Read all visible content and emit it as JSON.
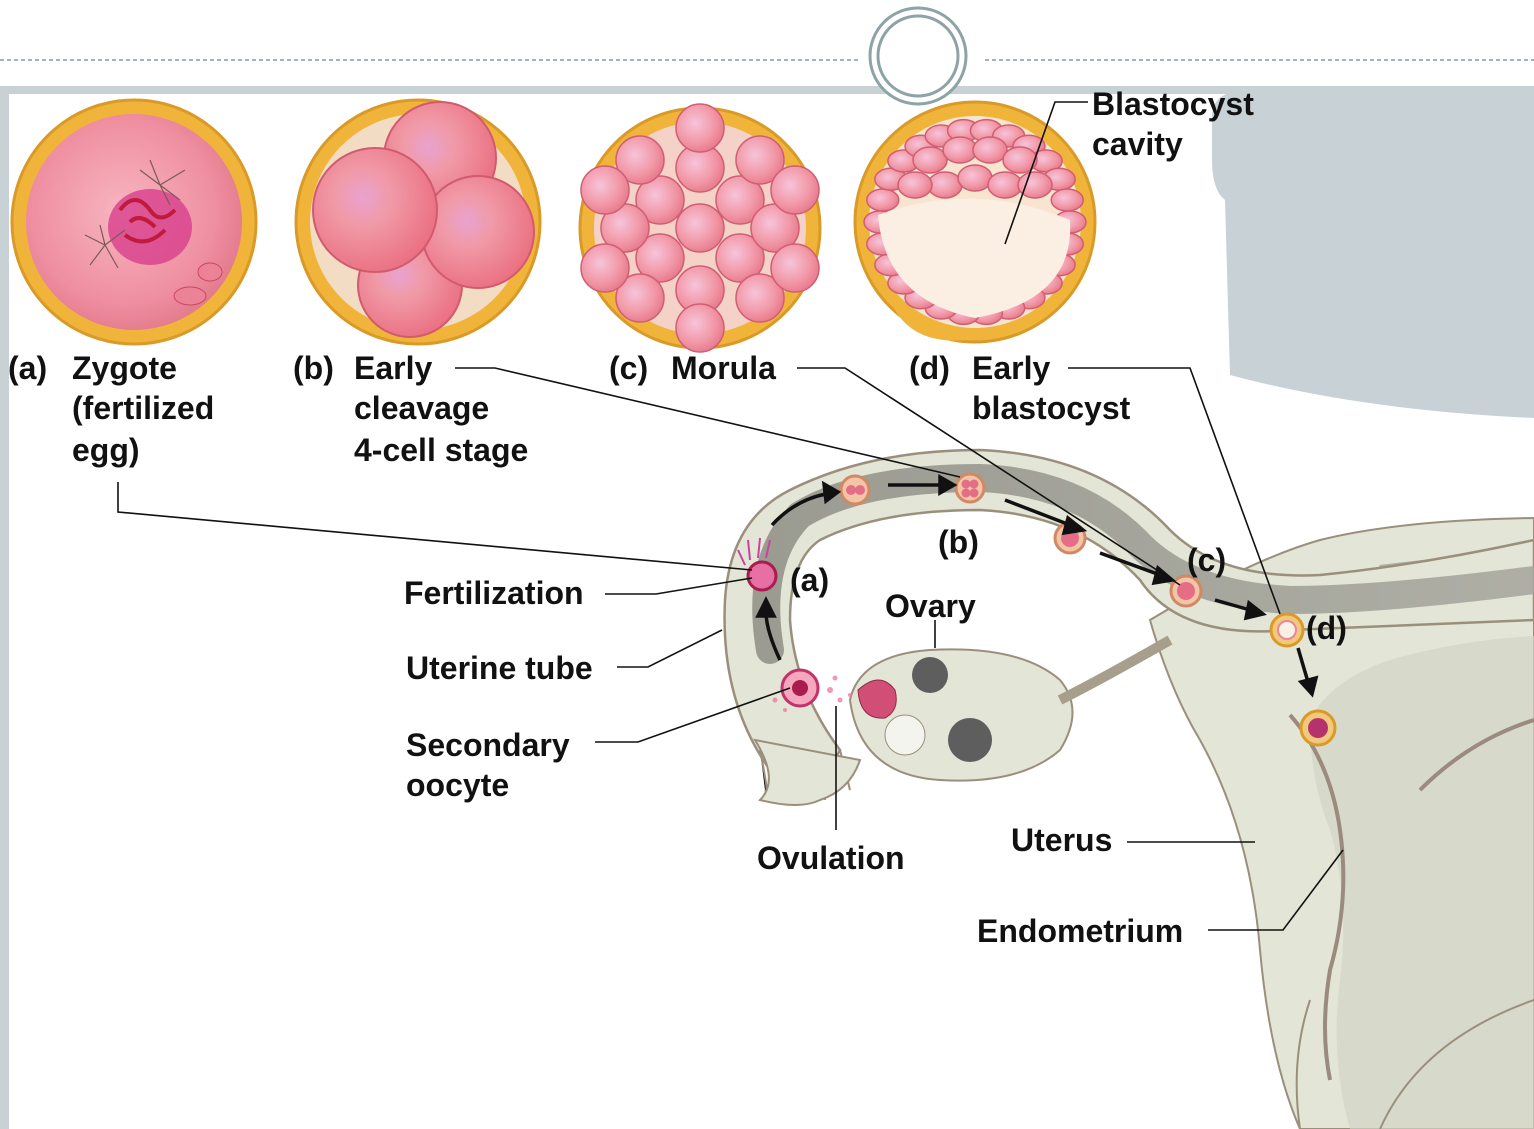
{
  "stages": [
    {
      "letter": "(a)",
      "line1": "Zygote",
      "line2": "(fertilized",
      "line3": "egg)"
    },
    {
      "letter": "(b)",
      "line1": "Early",
      "line2": "cleavage",
      "line3": "4-cell stage"
    },
    {
      "letter": "(c)",
      "line1": "Morula"
    },
    {
      "letter": "(d)",
      "line1": "Early",
      "line2": "blastocyst"
    }
  ],
  "blastocyst_cavity": {
    "line1": "Blastocyst",
    "line2": "cavity"
  },
  "anatomy": {
    "fertilization": "Fertilization",
    "uterine_tube": "Uterine tube",
    "secondary_oocyte_1": "Secondary",
    "secondary_oocyte_2": "oocyte",
    "ovulation": "Ovulation",
    "ovary": "Ovary",
    "uterus": "Uterus",
    "endometrium": "Endometrium"
  },
  "tube_markers": {
    "a": "(a)",
    "b": "(b)",
    "c": "(c)",
    "d": "(d)"
  },
  "colors": {
    "slide_border": "#c7d1d6",
    "egg_shell": "#f0b73c",
    "cell_pink": "#ee7f8e",
    "tissue": "#e3e5d6",
    "tissue_edge": "#9a8f7c"
  }
}
